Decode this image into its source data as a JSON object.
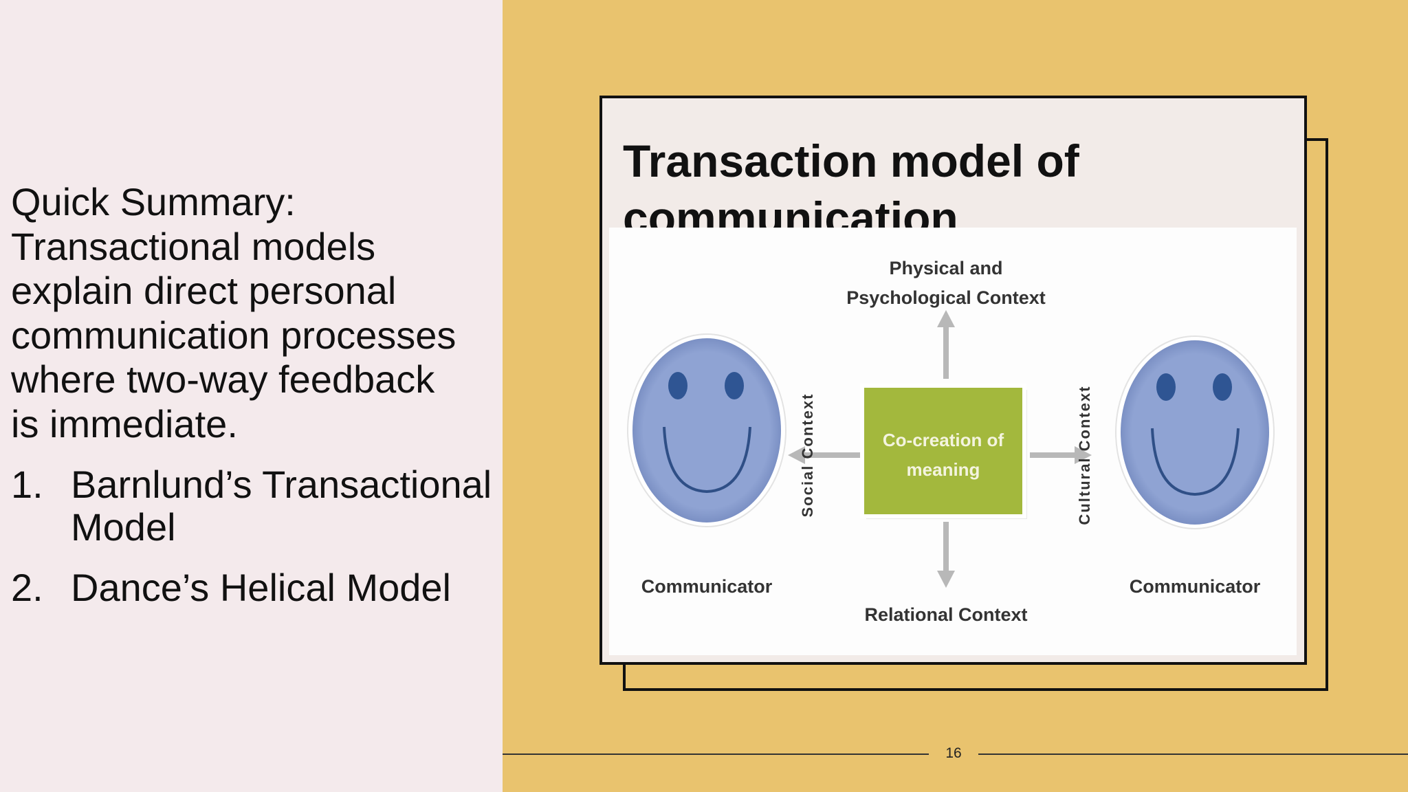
{
  "summary": {
    "lines": [
      "Quick Summary:",
      "Transactional models",
      "explain direct personal",
      "communication processes",
      "where two-way feedback",
      "is immediate."
    ],
    "list": [
      {
        "number": "1.",
        "text": "Barnlund’s Transactional Model"
      },
      {
        "number": "2.",
        "text": "Dance’s Helical Model"
      }
    ]
  },
  "card": {
    "title": "Transaction model of communication"
  },
  "diagram": {
    "top_label_line1": "Physical and",
    "top_label_line2": "Psychological Context",
    "bottom_label": "Relational Context",
    "left_label": "Social Context",
    "right_label": "Cultural Context",
    "center_line1": "Co-creation of",
    "center_line2": "meaning",
    "left_person": "Communicator",
    "right_person": "Communicator",
    "colors": {
      "face": "#8fa3d3",
      "eyes": "#2f5593",
      "center_box": "#a3b83d",
      "arrows": "#b8b8b8"
    }
  },
  "footer": {
    "page_number": "16"
  }
}
